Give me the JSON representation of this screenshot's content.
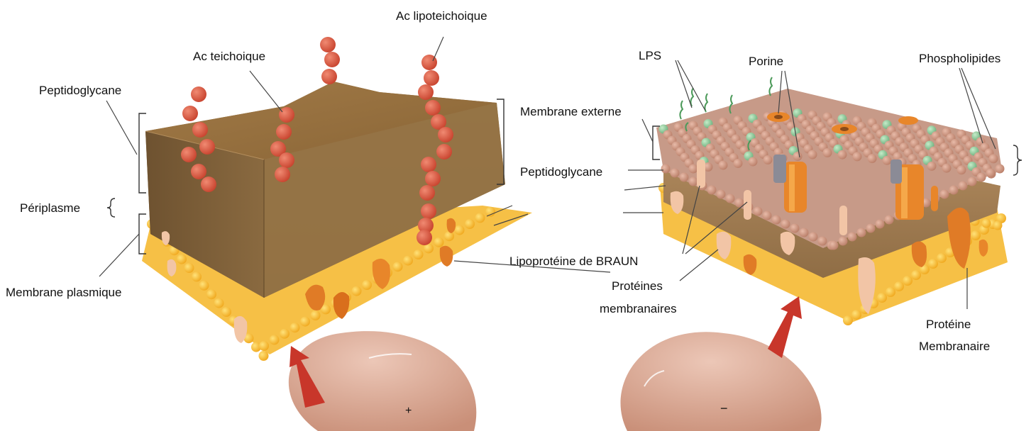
{
  "left": {
    "labels": {
      "lipoteichoic": "Ac lipoteichoique",
      "teichoic": "Ac teichoique",
      "peptidoglycan": "Peptidoglycane",
      "periplasm": "Périplasme",
      "plasma_membrane": "Membrane plasmique"
    },
    "cell_sign": "+"
  },
  "right": {
    "labels": {
      "lps": "LPS",
      "porin": "Porine",
      "phospholipids": "Phospholipides",
      "outer_membrane": "Membrane externe",
      "peptidoglycan": "Peptidoglycane",
      "braun": "Lipoprotéine de BRAUN",
      "membrane_proteins_l1": "Protéines",
      "membrane_proteins_l2": "membranaires",
      "membrane_protein_l1": "Protéine",
      "membrane_protein_l2": "Membranaire"
    },
    "cell_sign": "−"
  },
  "colors": {
    "peptidoglycan": "#8a6a3e",
    "membrane_yellow": "#f5b82a",
    "teichoic_bead": "#d9553f",
    "outer_bead": "#c79280",
    "lps_green": "#8fc79a",
    "protein_orange": "#e8862a",
    "cell": "#d9a38e",
    "arrow": "#c8362a"
  }
}
